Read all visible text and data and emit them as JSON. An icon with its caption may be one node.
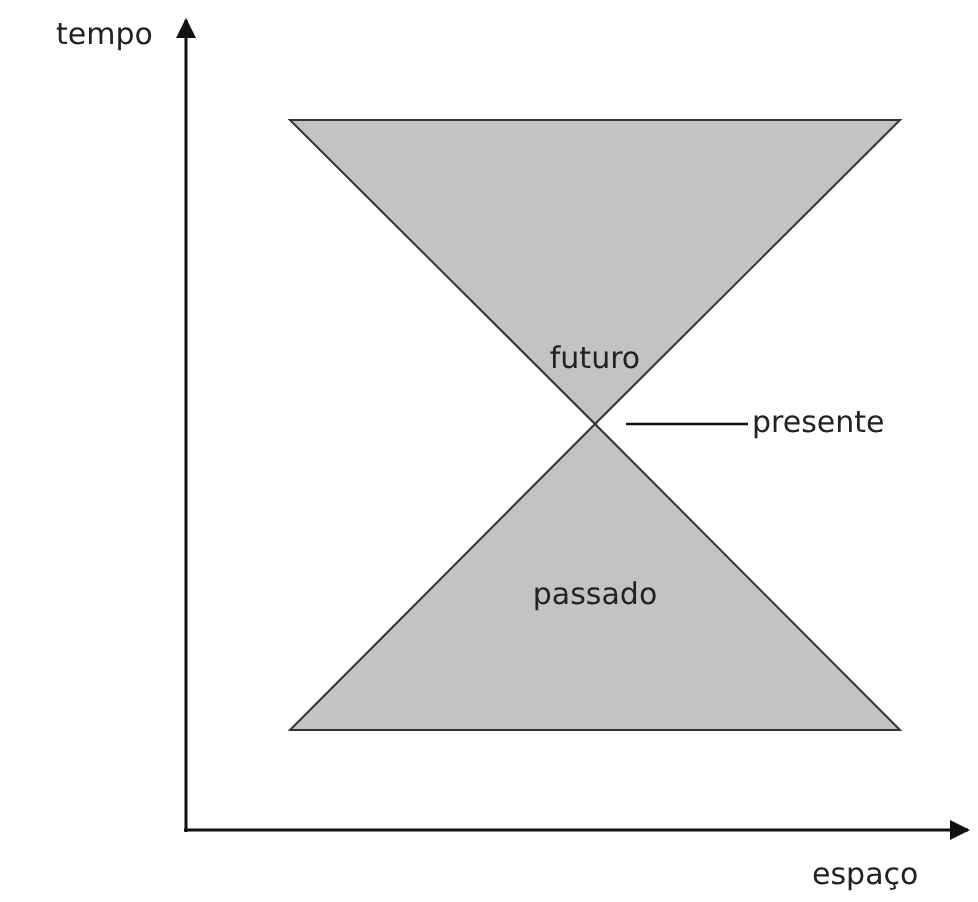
{
  "diagram": {
    "nodes": [
      {
        "text": [
          "futuro"
        ]
      },
      {
        "text": [
          "passado"
        ]
      },
      {
        "text": [
          "presente"
        ]
      }
    ],
    "edges": [
      {
        "from": 2,
        "to": 0,
        "arrow": "none"
      }
    ],
    "labels": [
      "tempo",
      "espaço"
    ]
  }
}
